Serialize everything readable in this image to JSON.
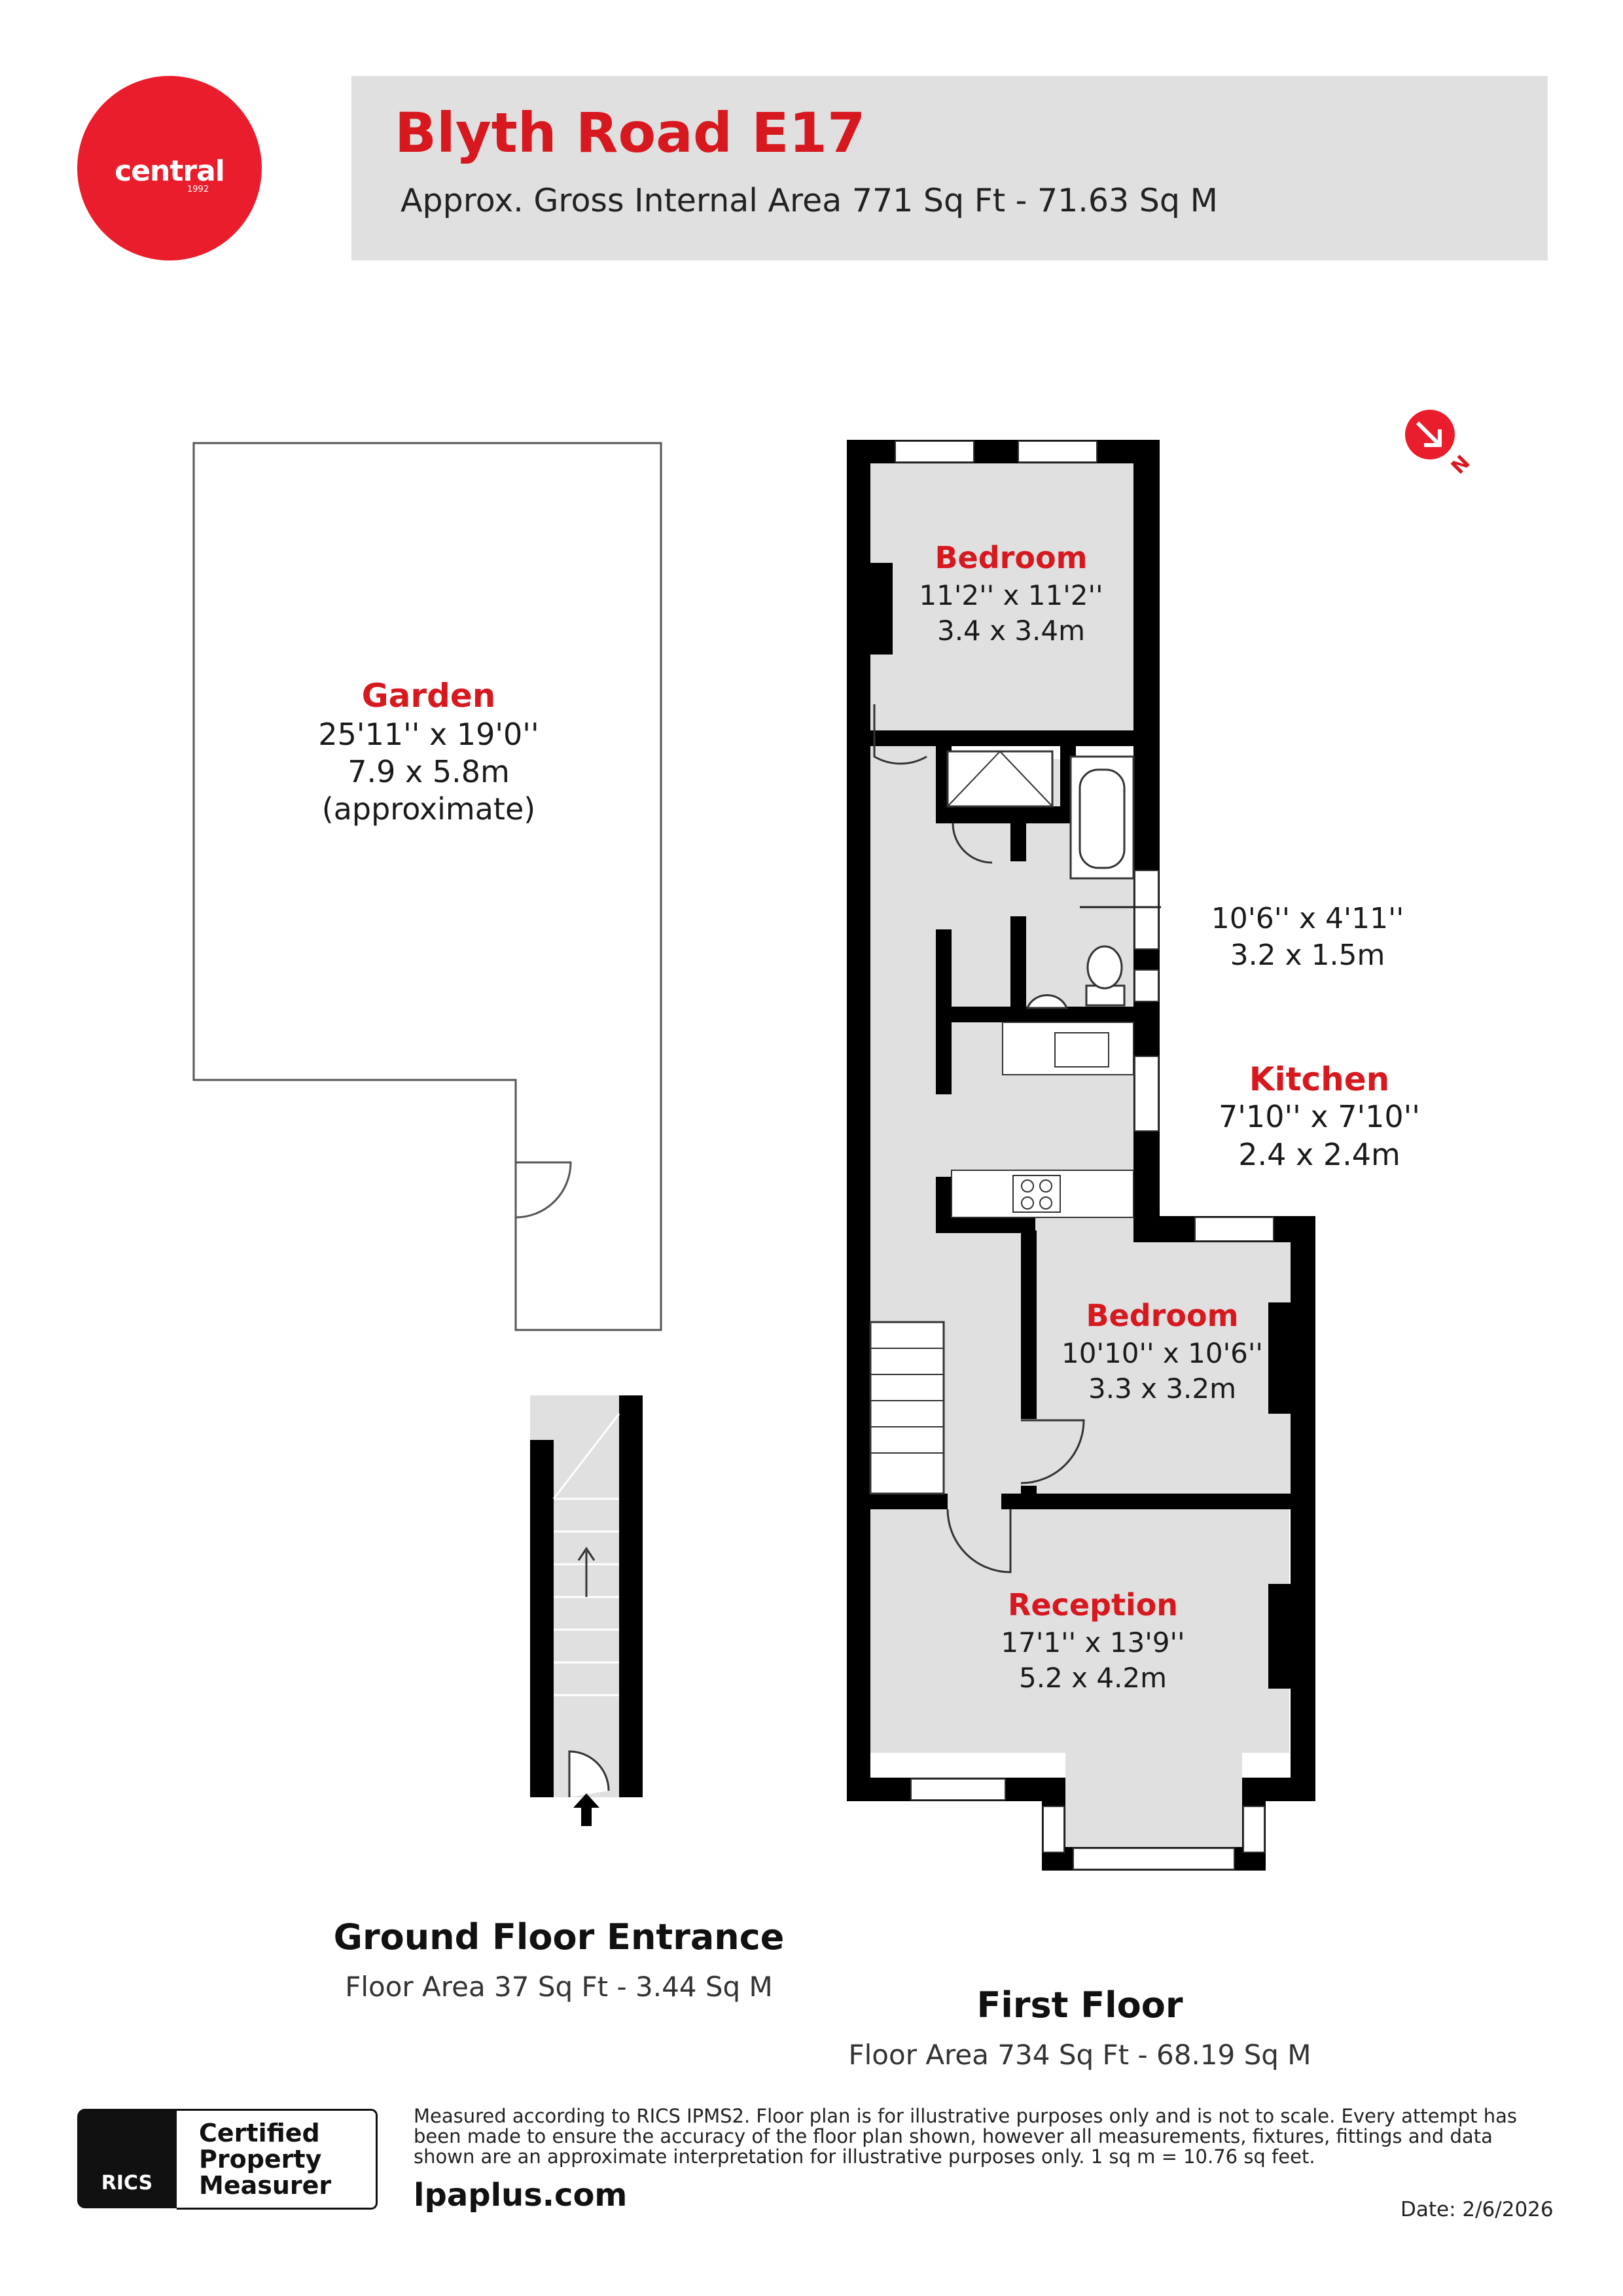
{
  "brand": {
    "name": "central",
    "year": "1992",
    "color": "#ea1d2c"
  },
  "header": {
    "title": "Blyth Road E17",
    "total_area": "Approx. Gross Internal Area 771 Sq Ft - 71.63 Sq M"
  },
  "compass": {
    "label": "N",
    "icon": "north-arrow-icon"
  },
  "colors": {
    "room_label": "#d7191f",
    "room_fill": "#e0e0e0",
    "wall": "#000000"
  },
  "rooms": {
    "garden": {
      "name": "Garden",
      "dim_imperial": "25'11'' x 19'0''",
      "dim_metric": "7.9 x 5.8m",
      "note": "(approximate)"
    },
    "bedroom1": {
      "name": "Bedroom",
      "dim_imperial": "11'2'' x 11'2''",
      "dim_metric": "3.4 x 3.4m"
    },
    "bathroom": {
      "dim_imperial": "10'6'' x 4'11''",
      "dim_metric": "3.2 x 1.5m"
    },
    "kitchen": {
      "name": "Kitchen",
      "dim_imperial": "7'10'' x 7'10''",
      "dim_metric": "2.4 x 2.4m"
    },
    "bedroom2": {
      "name": "Bedroom",
      "dim_imperial": "10'10'' x 10'6''",
      "dim_metric": "3.3 x 3.2m"
    },
    "reception": {
      "name": "Reception",
      "dim_imperial": "17'1'' x 13'9''",
      "dim_metric": "5.2 x 4.2m"
    }
  },
  "floors": {
    "ground": {
      "title": "Ground Floor Entrance",
      "area": "Floor Area 37 Sq Ft - 3.44 Sq M"
    },
    "first": {
      "title": "First Floor",
      "area": "Floor Area 734 Sq Ft - 68.19 Sq M"
    }
  },
  "footer": {
    "rics_label": "RICS",
    "cert_line1": "Certified",
    "cert_line2": "Property",
    "cert_line3": "Measurer",
    "disclaimer": "Measured according to RICS IPMS2. Floor plan is for illustrative purposes only and is not to scale. Every attempt has been made to ensure the accuracy of the floor plan shown, however all measurements, fixtures, fittings and data shown are an approximate interpretation for illustrative purposes only. 1 sq m = 10.76 sq feet.",
    "website": "lpaplus.com",
    "date": "Date: 2/6/2026"
  }
}
